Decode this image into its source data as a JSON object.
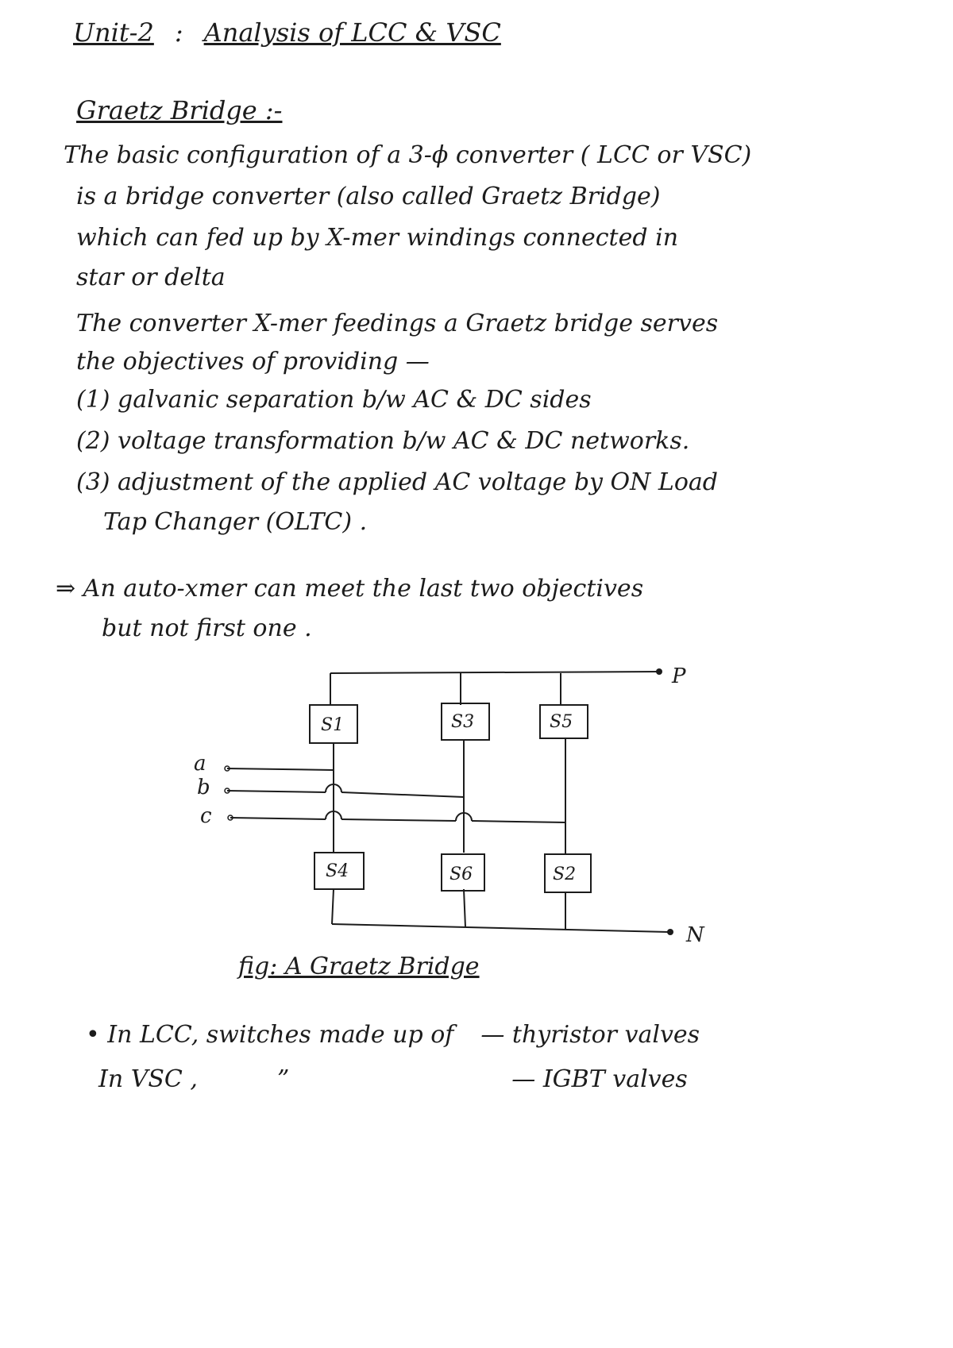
{
  "header": {
    "unit": "Unit-2",
    "colon": ":",
    "title": "Analysis of LCC & VSC"
  },
  "section_heading": "Graetz Bridge :-",
  "paragraph1": [
    "The basic configuration of a 3-ϕ converter ( LCC or VSC)",
    "is a bridge converter (also called Graetz Bridge)",
    "which can fed up by X-mer windings connected in",
    "star or delta"
  ],
  "paragraph2": [
    "The converter X-mer feedings a Graetz bridge serves",
    "the objectives of providing —"
  ],
  "objectives": [
    "(1) galvanic separation b/w AC & DC sides",
    "(2) voltage transformation b/w AC & DC networks.",
    "(3) adjustment of the applied AC voltage by ON Load",
    "Tap Changer (OLTC) ."
  ],
  "note": [
    "⇒ An auto-xmer can meet the last two objectives",
    "but not first one ."
  ],
  "figure": {
    "terminal_p": "P",
    "terminal_n": "N",
    "inputs": [
      "a",
      "b",
      "c"
    ],
    "switches_top": [
      "S1",
      "S3",
      "S5"
    ],
    "switches_bottom": [
      "S4",
      "S6",
      "S2"
    ],
    "caption": "fig: A Graetz Bridge"
  },
  "footer": {
    "line1": [
      "• In LCC, switches made up of",
      "— thyristor valves"
    ],
    "line2": [
      "In VSC ,",
      "”",
      "— IGBT valves"
    ]
  }
}
